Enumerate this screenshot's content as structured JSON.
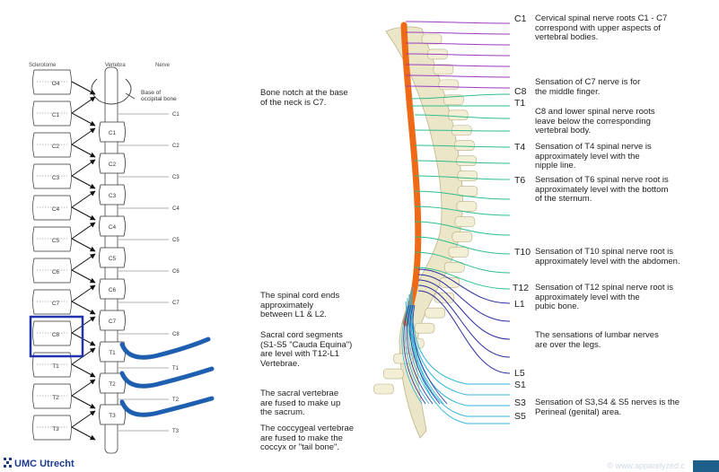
{
  "left_panel": {
    "col_headers": {
      "sclerotome": "Sclerotome",
      "vertebra": "Vertebra",
      "nerve": "Nerve"
    },
    "base_occipital": "Base of\noccipital bone",
    "sclerotomes": [
      "O4",
      "C1",
      "C2",
      "C3",
      "C4",
      "C5",
      "C6",
      "C7",
      "C8",
      "T1",
      "T2",
      "T3"
    ],
    "vertebrae": [
      "C1",
      "C2",
      "C3",
      "C4",
      "C5",
      "C6",
      "C7",
      "T1",
      "T2",
      "T3"
    ],
    "nerves": [
      "C1",
      "C2",
      "C3",
      "C4",
      "C5",
      "C6",
      "C7",
      "C8",
      "T1",
      "T2",
      "T3"
    ]
  },
  "middle_notes": {
    "bone_notch": "Bone notch at the base\nof the neck is C7.",
    "cord_ends": "The spinal cord ends\napproximately\nbetween L1 & L2.",
    "sacral_segments": "Sacral cord segments\n(S1-S5 \"Cauda Equina\")\nare level with T12-L1\nVertebrae.",
    "sacral_fused": "The sacral vertebrae\nare fused to make up\nthe sacrum.",
    "coccygeal": "The coccygeal vertebrae\nare fused to make the\ncoccyx or \"tail bone\"."
  },
  "levels": {
    "c1": "C1",
    "c8": "C8",
    "t1": "T1",
    "t4": "T4",
    "t6": "T6",
    "t10": "T10",
    "t12": "T12",
    "l1": "L1",
    "l5": "L5",
    "s1": "S1",
    "s3": "S3",
    "s5": "S5"
  },
  "right_notes": {
    "c1": "Cervical spinal nerve roots C1 - C7\ncorrespond with upper aspects of\nvertebral bodies.",
    "c7": "Sensation of C7 nerve is for\nthe middle finger.",
    "c8": "C8 and lower spinal nerve roots\nleave below the corresponding\nvertebral body.",
    "t4": "Sensation of T4 spinal nerve is\napproximately level with the\nnipple line.",
    "t6": "Sensation of T6 spinal nerve root is\napproximately level with the bottom\nof the sternum.",
    "t10": "Sensation of T10 spinal nerve root is\napproximately level with the abdomen.",
    "t12": "Sensation of T12 spinal nerve root is\napproximately level with the\npubic bone.",
    "lumbar": "The sensations of lumbar nerves\nare over the legs.",
    "s3": "Sensation of S3,S4 & S5 nerves is the\nPerineal (genital) area."
  },
  "footer": {
    "logo": "UMC Utrecht",
    "watermark": "© www.apparelyzed.c"
  },
  "colors": {
    "cervical": "#9b3dbf",
    "thoracic": "#2dbf8c",
    "lumbar": "#2a2d9c",
    "sacral": "#33b5d8",
    "cord": "#ee6a16",
    "highlight": "#2233b0",
    "bone": "#ece6c8"
  }
}
